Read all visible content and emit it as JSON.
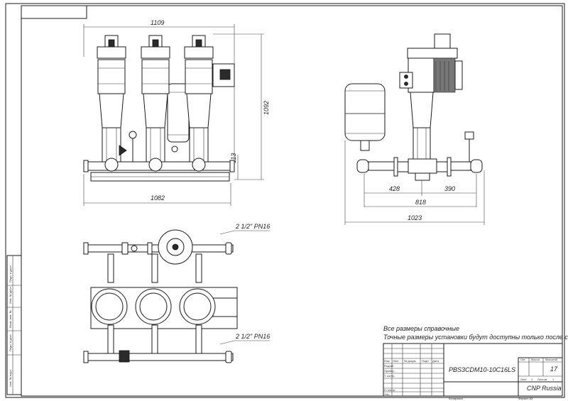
{
  "dimensions": {
    "front_width_top": "1109",
    "front_height": "1092",
    "front_base_height": "113",
    "front_width_bottom": "1082",
    "side_left": "428",
    "side_right": "390",
    "side_total": "818",
    "side_overall": "1023"
  },
  "pipes": {
    "top_label": "2 1/2\" PN16",
    "bottom_label": "2 1/2\" PN16"
  },
  "notes": {
    "line1": "Все размеры справочные",
    "line2": "Точные размеры установки будут доступны только после сборки"
  },
  "title_block": {
    "designation": "PBS3CDM10-10C16LS",
    "company": "CNP Russia",
    "sheet_count": "17",
    "headers": {
      "lit": "Лит",
      "mass": "Масса",
      "scale": "Масштаб"
    },
    "row_labels": [
      "Изм",
      "Лист",
      "№ докум.",
      "Подп.",
      "Дата",
      "Разраб.",
      "Провер.",
      "Т. контр.",
      "Н. контр.",
      "Утв."
    ],
    "sheet": "Лист",
    "sheets": "Листов",
    "sheet_num": "1",
    "sheets_num": "1",
    "copied": "Копировал",
    "format": "Формат А3"
  },
  "side_strip": [
    "Инв. № подл.",
    "Подп. и дата",
    "Взам. инв. №",
    "Инв. № дубл.",
    "Подп. и дата"
  ]
}
